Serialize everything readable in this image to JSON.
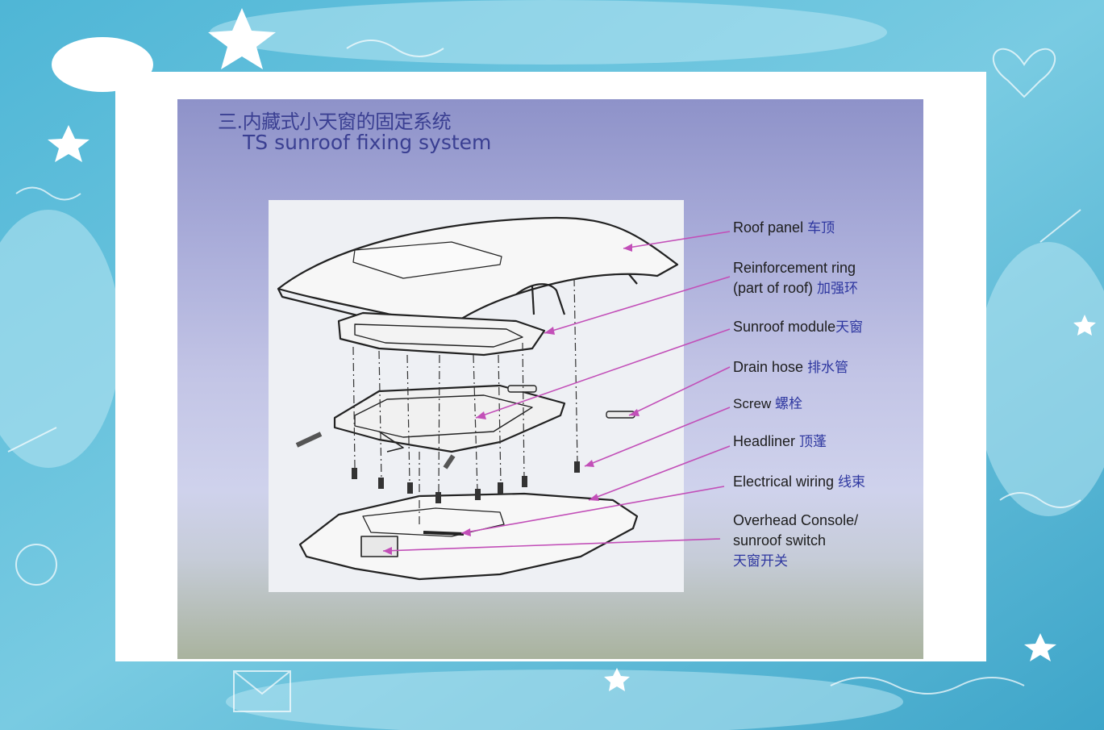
{
  "slide": {
    "title_cn": "三.内藏式小天窗的固定系统",
    "title_en": "TS sunroof fixing system"
  },
  "labels": [
    {
      "id": "roof-panel",
      "lines": [
        {
          "en": "Roof panel ",
          "cn": "车顶"
        }
      ]
    },
    {
      "id": "reinforcement-ring",
      "lines": [
        {
          "en": "Reinforcement ring",
          "cn": ""
        },
        {
          "en": "(part of roof) ",
          "cn": "加强环"
        }
      ]
    },
    {
      "id": "sunroof-module",
      "lines": [
        {
          "en": "Sunroof module",
          "cn": "天窗"
        }
      ]
    },
    {
      "id": "drain-hose",
      "lines": [
        {
          "en": "Drain hose ",
          "cn": "排水管"
        }
      ]
    },
    {
      "id": "screw",
      "lines": [
        {
          "en": "Screw ",
          "cn": "螺栓"
        }
      ]
    },
    {
      "id": "headliner",
      "lines": [
        {
          "en": "Headliner ",
          "cn": "顶蓬"
        }
      ]
    },
    {
      "id": "electrical-wiring",
      "lines": [
        {
          "en": "Electrical wiring ",
          "cn": "线束"
        }
      ]
    },
    {
      "id": "overhead-console",
      "lines": [
        {
          "en": "Overhead Console/",
          "cn": ""
        },
        {
          "en": "sunroof switch",
          "cn": ""
        },
        {
          "en": "",
          "cn": "天窗开关"
        }
      ]
    }
  ],
  "colors": {
    "leader_line": "#c24fb8",
    "title_text": "#3a3f92",
    "label_cn_text": "#2e37a0"
  }
}
